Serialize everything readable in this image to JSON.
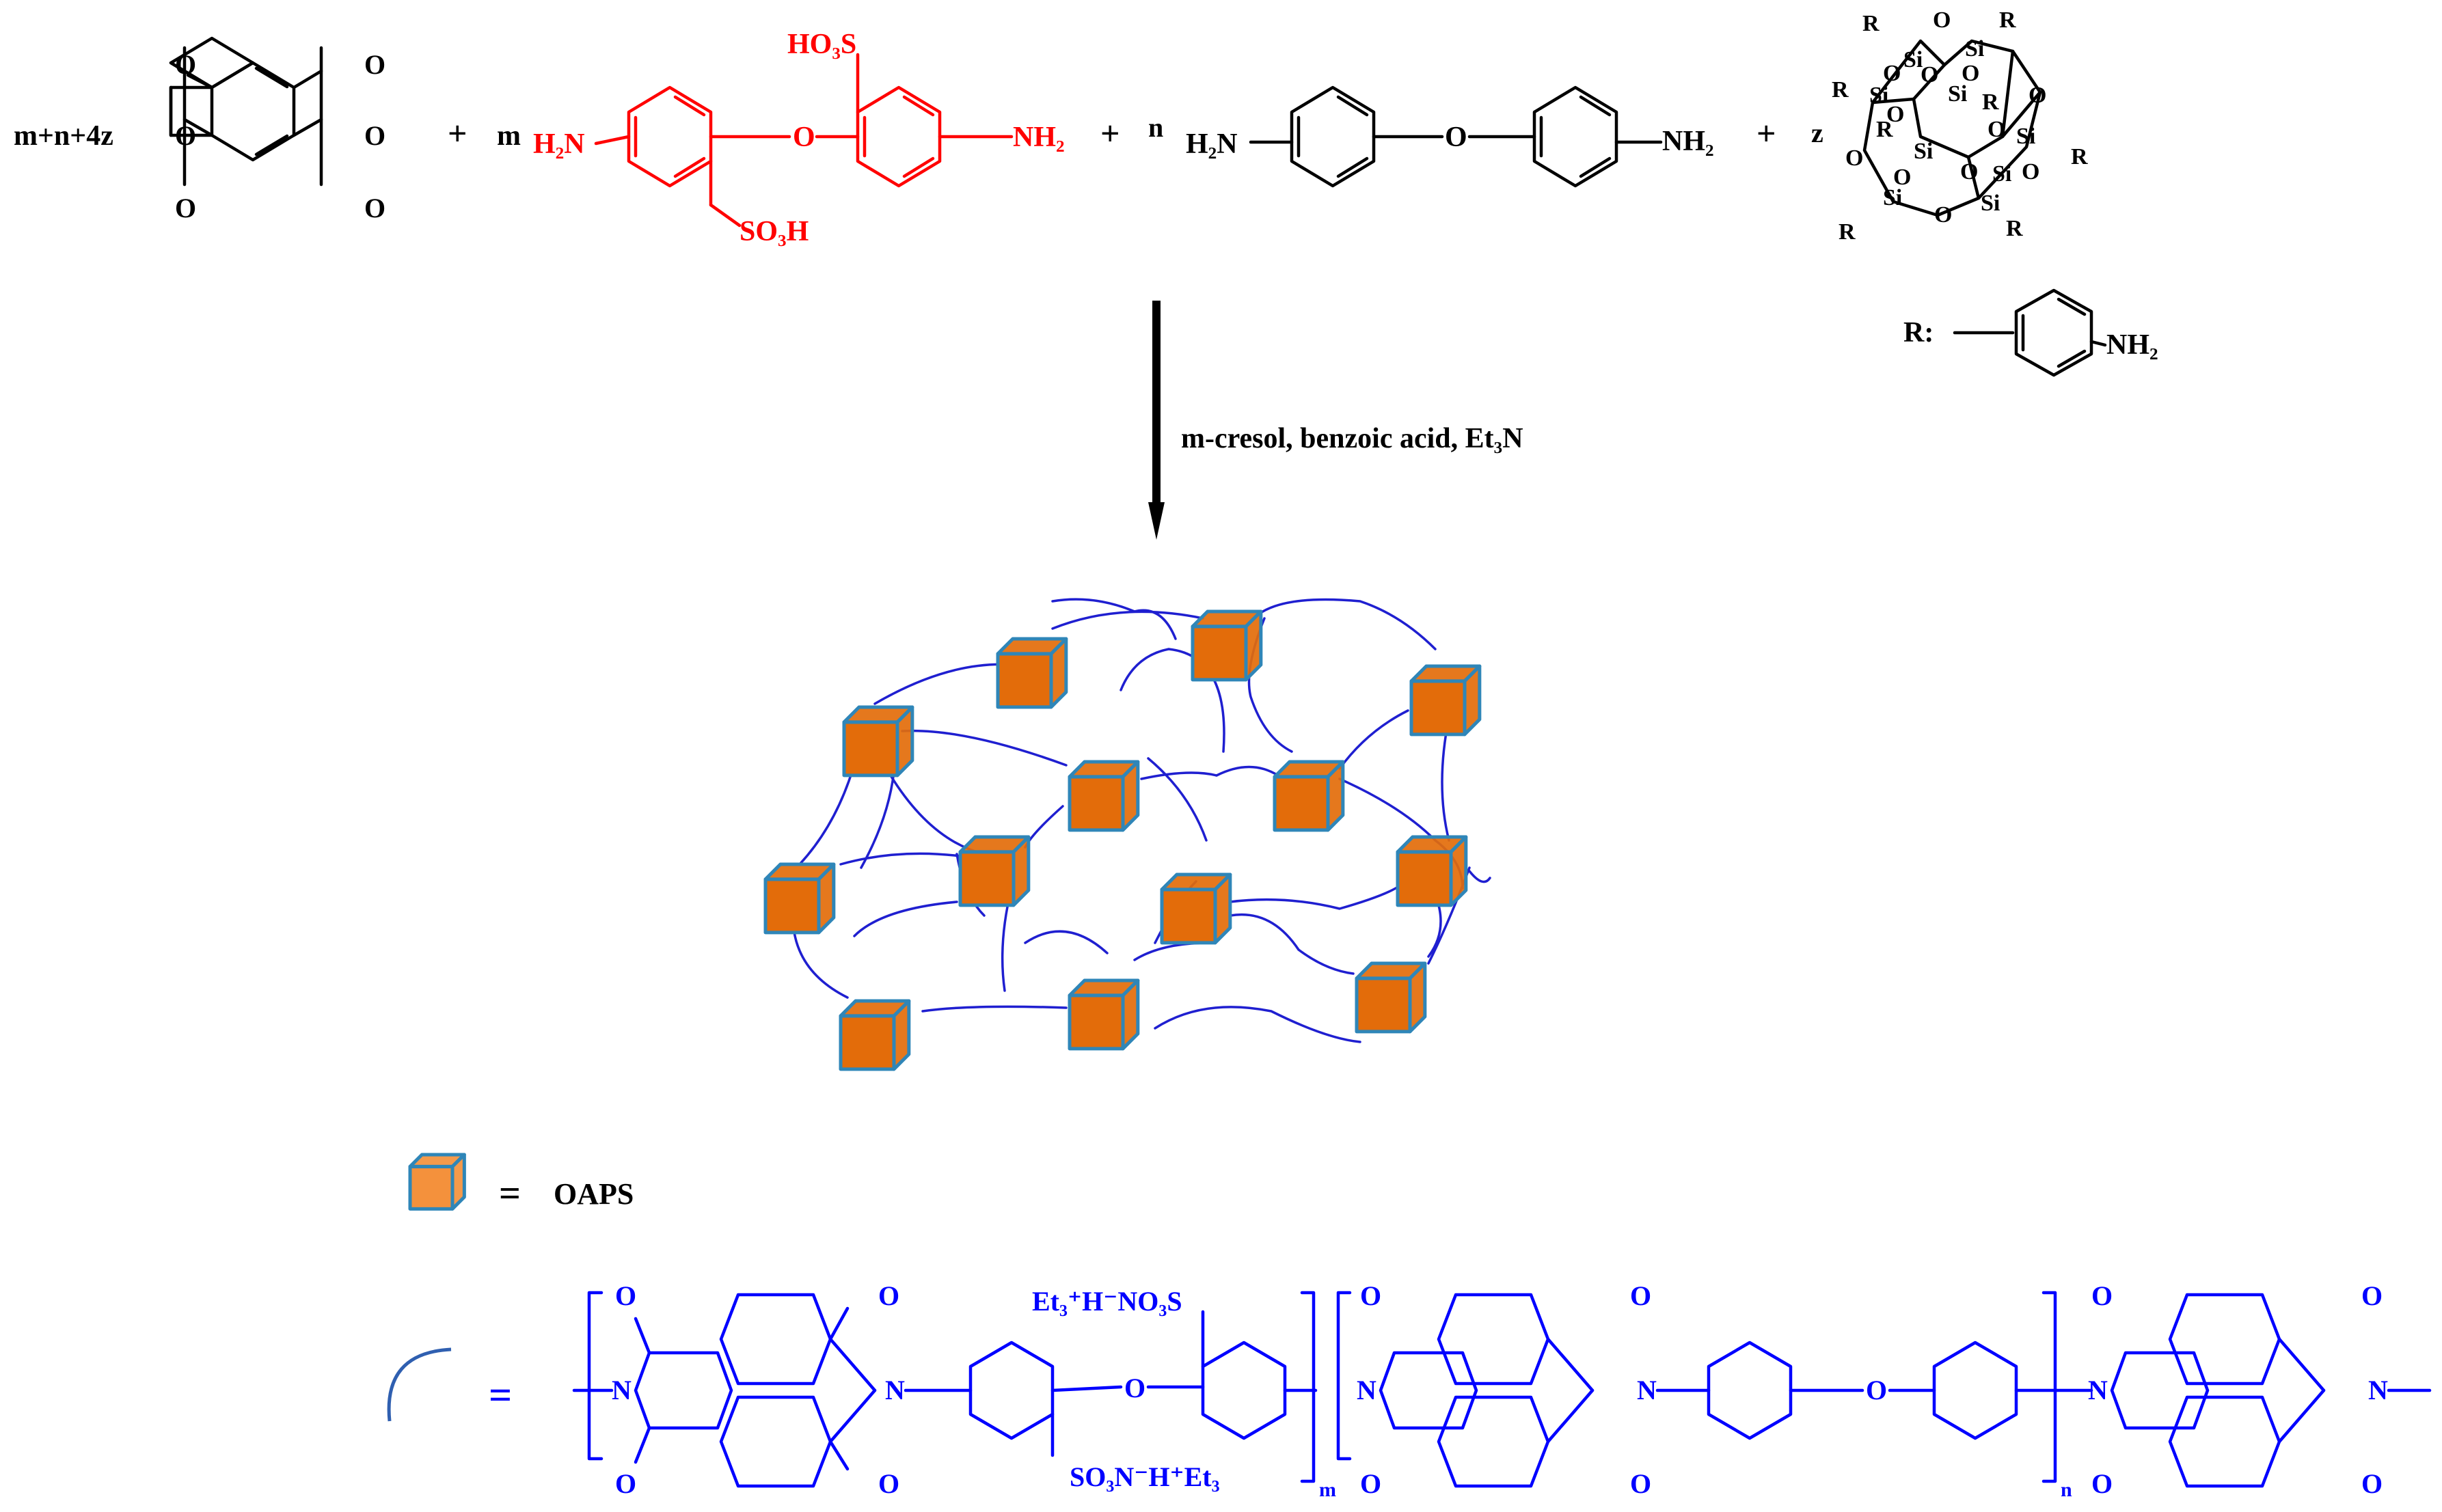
{
  "reactants": {
    "coef_dianhydride": "m+n+4z",
    "plus": "+",
    "coef_m": "m",
    "coef_n": "n",
    "coef_z": "z",
    "atom_O": "O",
    "so3h_top": "HO₃S",
    "so3h_bottom": "SO₃H",
    "nh2_left": "H₂N",
    "nh2_right": "NH₂",
    "si": "Si",
    "r": "R",
    "r_def_label": "R:",
    "r_def_group": "NH₂"
  },
  "reaction": {
    "conditions": "m-cresol, benzoic acid, Et₃N"
  },
  "legend": {
    "equals": "=",
    "oaps_label": "OAPS"
  },
  "polymer": {
    "equals": "=",
    "sulfonate_top": "Et₃⁺H⁻NO₃S",
    "sulfonate_bottom": "SO₃N⁻H⁺Et₃",
    "sub_m": "m",
    "sub_n": "n",
    "atom_O": "O",
    "atom_N": "N"
  },
  "colors": {
    "black": "#000000",
    "sulfonated_monomer": "#ff0000",
    "polymer": "#0000ff",
    "network_chain": "#1f1fd0",
    "cube_fill": "#e36c0a",
    "cube_edge": "#2f86b8",
    "legend_cube_fill": "#f4913c"
  }
}
